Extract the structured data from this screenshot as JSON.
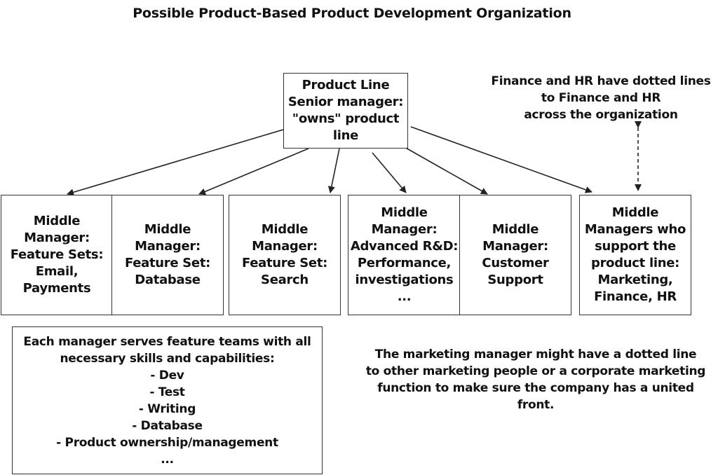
{
  "title": "Possible Product-Based Product Development Organization",
  "product_line": {
    "text": "Product Line\nSenior manager:\n\"owns\" product\nline"
  },
  "managers": [
    {
      "text": "Middle\nManager:\nFeature Sets:\nEmail,\nPayments"
    },
    {
      "text": "Middle\nManager:\nFeature Set:\nDatabase"
    },
    {
      "text": "Middle\nManager:\nFeature Set:\nSearch"
    },
    {
      "text": "Middle\nManager:\nAdvanced R&D:\nPerformance,\ninvestigations\n..."
    },
    {
      "text": "Middle\nManager:\nCustomer\nSupport"
    },
    {
      "text": "Middle\nManagers who\nsupport the\nproduct line:\nMarketing,\nFinance, HR"
    }
  ],
  "finance_note": "Finance and HR have dotted lines\nto Finance and HR\nacross the organization",
  "feature_teams": {
    "text": "Each manager serves feature teams with all\nnecessary skills and capabilities:\n- Dev\n- Test\n- Writing\n- Database\n- Product ownership/management\n..."
  },
  "marketing_note": "The marketing manager might have a dotted line\nto other marketing people or a corporate marketing\nfunction to make sure the company has a united front."
}
